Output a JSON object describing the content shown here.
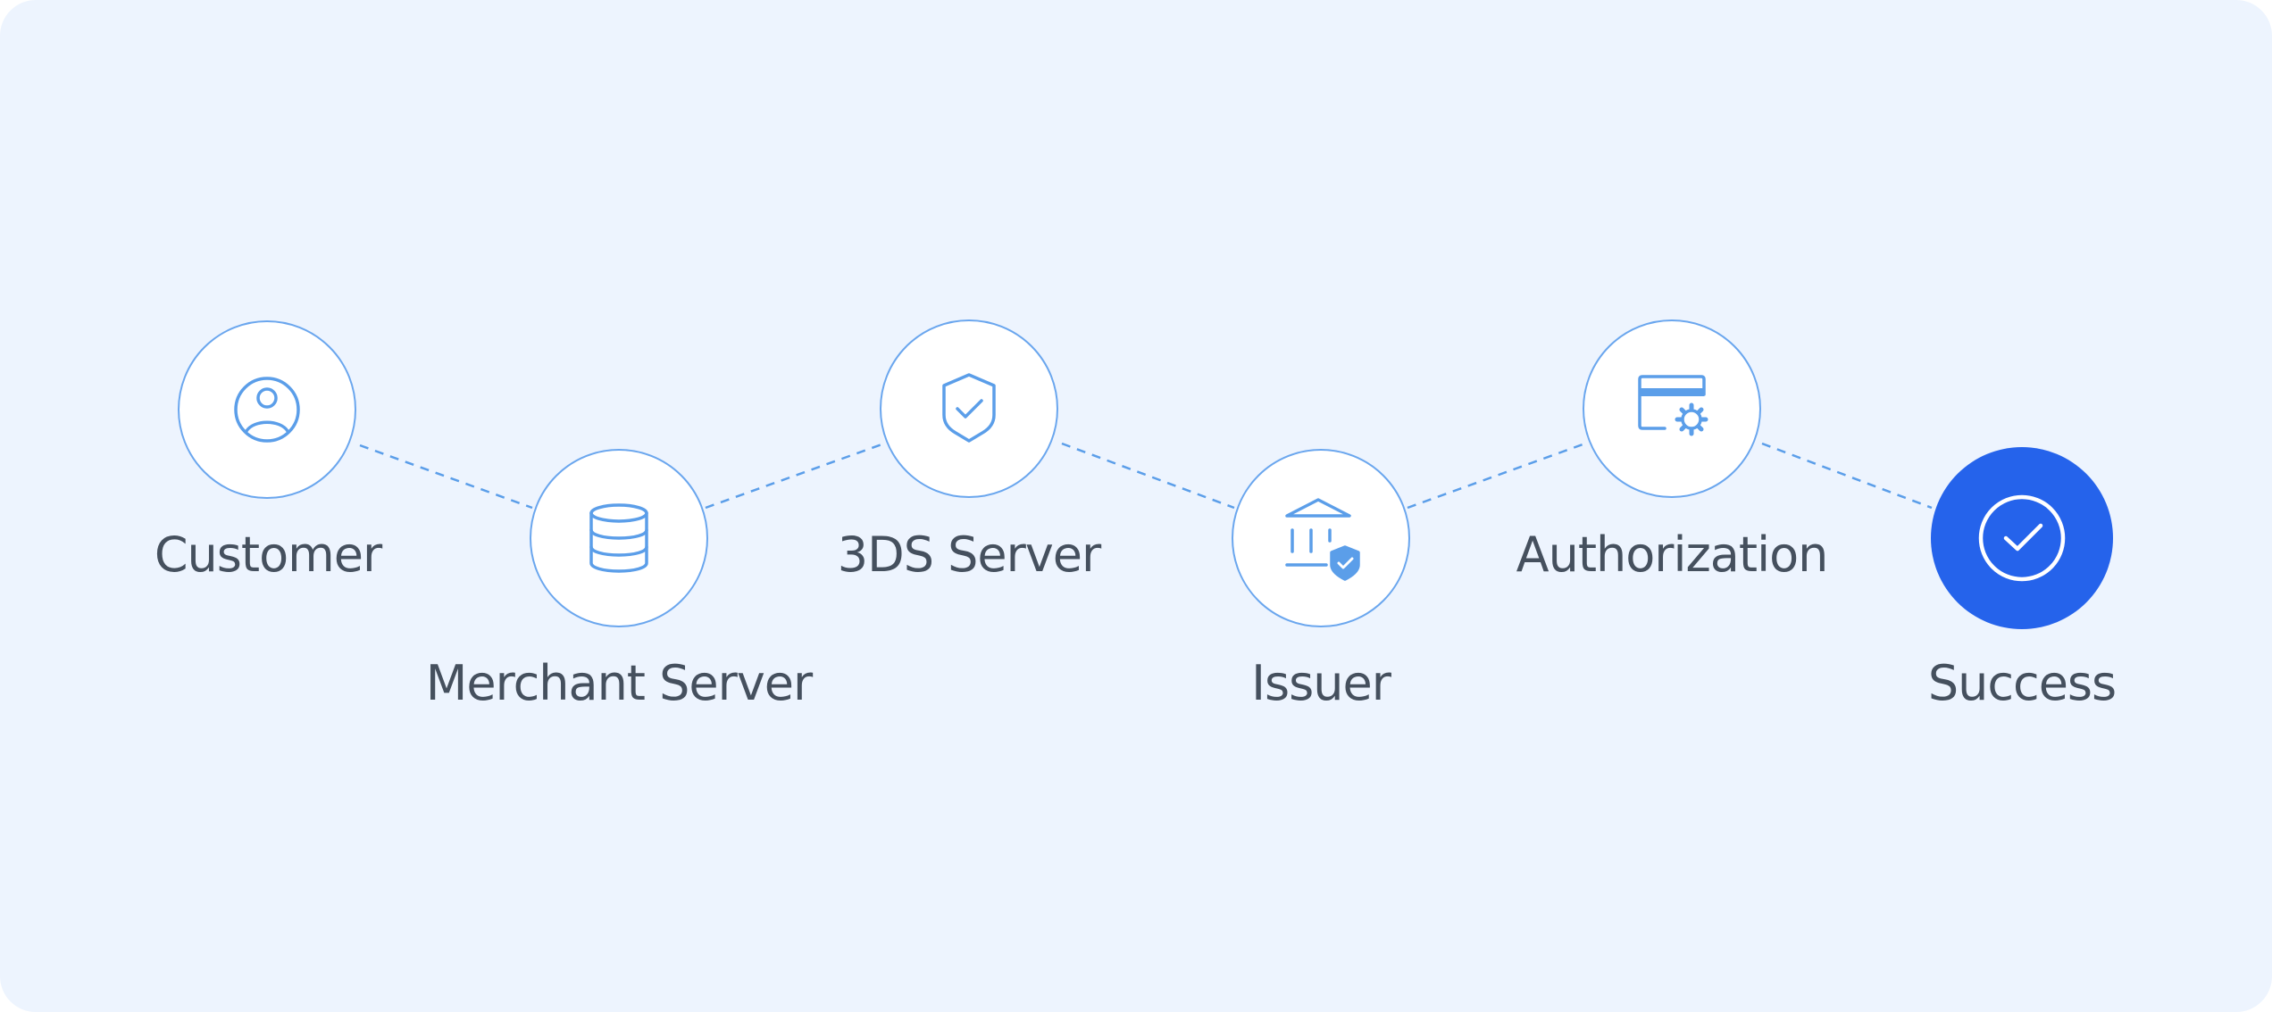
{
  "colors": {
    "background": "#edf4fe",
    "node_fill": "#ffffff",
    "node_stroke": "#6aa6ee",
    "icon": "#5b9ee9",
    "connector": "#5b9ee9",
    "final_fill": "#2563eb",
    "final_icon": "#ffffff",
    "label": "#45505e"
  },
  "steps": [
    {
      "label": "Customer",
      "icon": "user-circle-icon"
    },
    {
      "label": "Merchant Server",
      "icon": "database-icon"
    },
    {
      "label": "3DS Server",
      "icon": "shield-check-icon"
    },
    {
      "label": "Issuer",
      "icon": "bank-shield-icon"
    },
    {
      "label": "Authorization",
      "icon": "credit-card-gear-icon"
    },
    {
      "label": "Success",
      "icon": "check-circle-icon"
    }
  ]
}
